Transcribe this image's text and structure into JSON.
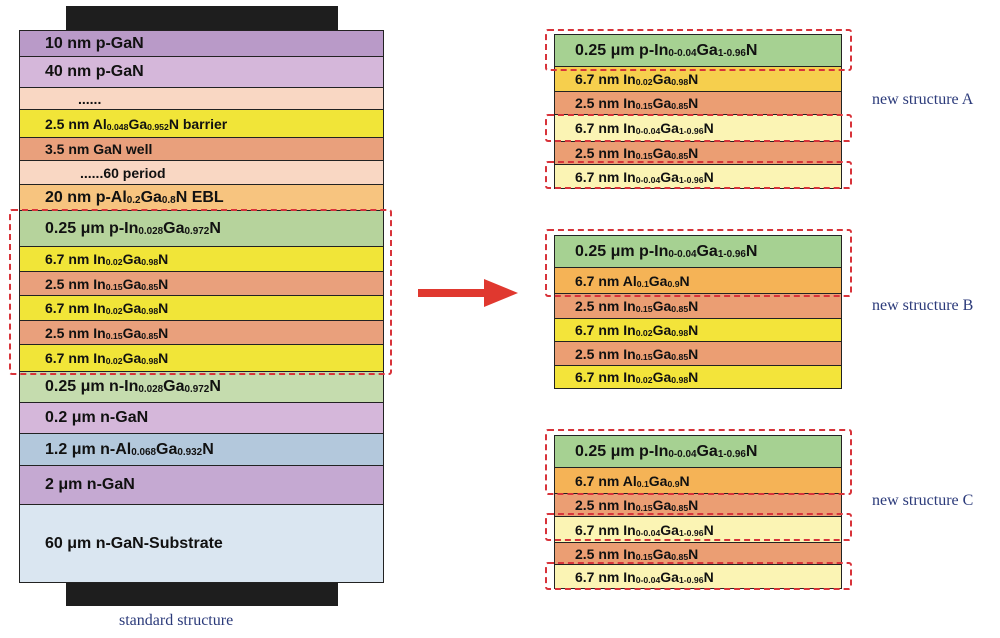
{
  "standard": {
    "caption": "standard structure",
    "layers": [
      {
        "parts": [
          {
            "t": "10 nm  p-GaN"
          }
        ],
        "color": "#b99ac8"
      },
      {
        "parts": [
          {
            "t": "40 nm  p-GaN"
          }
        ],
        "color": "#d5b7da"
      },
      {
        "parts": [
          {
            "t": "......"
          }
        ],
        "color": "#f9d7c3"
      },
      {
        "parts": [
          {
            "t": "2.5 nm  Al"
          },
          {
            "s": "0.048"
          },
          {
            "t": "Ga"
          },
          {
            "s": "0.952"
          },
          {
            "t": "N  barrier"
          }
        ],
        "color": "#f1e538"
      },
      {
        "parts": [
          {
            "t": "3.5 nm  GaN  well"
          }
        ],
        "color": "#e9a07c"
      },
      {
        "parts": [
          {
            "t": "......60 period"
          }
        ],
        "color": "#f9d7c3"
      },
      {
        "parts": [
          {
            "t": "20 nm  p-Al"
          },
          {
            "s": "0.2"
          },
          {
            "t": "Ga"
          },
          {
            "s": "0.8"
          },
          {
            "t": "N EBL"
          }
        ],
        "color": "#f7c47f"
      },
      {
        "parts": [
          {
            "t": "0.25 μm  p-In"
          },
          {
            "s": "0.028"
          },
          {
            "t": "Ga"
          },
          {
            "s": "0.972"
          },
          {
            "t": "N"
          }
        ],
        "color": "#b6d39c"
      },
      {
        "parts": [
          {
            "t": "6.7 nm  In"
          },
          {
            "s": "0.02"
          },
          {
            "t": "Ga"
          },
          {
            "s": "0.98"
          },
          {
            "t": "N"
          }
        ],
        "color": "#f1e538"
      },
      {
        "parts": [
          {
            "t": "2.5 nm  In"
          },
          {
            "s": "0.15"
          },
          {
            "t": "Ga"
          },
          {
            "s": "0.85"
          },
          {
            "t": "N"
          }
        ],
        "color": "#e9a07c"
      },
      {
        "parts": [
          {
            "t": "6.7 nm  In"
          },
          {
            "s": "0.02"
          },
          {
            "t": "Ga"
          },
          {
            "s": "0.98"
          },
          {
            "t": "N"
          }
        ],
        "color": "#f1e538"
      },
      {
        "parts": [
          {
            "t": "2.5 nm  In"
          },
          {
            "s": "0.15"
          },
          {
            "t": "Ga"
          },
          {
            "s": "0.85"
          },
          {
            "t": "N"
          }
        ],
        "color": "#e9a07c"
      },
      {
        "parts": [
          {
            "t": "6.7 nm  In"
          },
          {
            "s": "0.02"
          },
          {
            "t": "Ga"
          },
          {
            "s": "0.98"
          },
          {
            "t": "N"
          }
        ],
        "color": "#f1e538"
      },
      {
        "parts": [
          {
            "t": "0.25 μm  n-In"
          },
          {
            "s": "0.028"
          },
          {
            "t": "Ga"
          },
          {
            "s": "0.972"
          },
          {
            "t": "N"
          }
        ],
        "color": "#c5dcae"
      },
      {
        "parts": [
          {
            "t": "0.2 μm n-GaN"
          }
        ],
        "color": "#d5b7da"
      },
      {
        "parts": [
          {
            "t": "1.2 μm  n-Al"
          },
          {
            "s": "0.068"
          },
          {
            "t": "Ga"
          },
          {
            "s": "0.932"
          },
          {
            "t": "N"
          }
        ],
        "color": "#b3c8dc"
      },
      {
        "parts": [
          {
            "t": "2 μm n-GaN"
          }
        ],
        "color": "#c5a9d2"
      },
      {
        "parts": [
          {
            "t": "60 μm n-GaN-Substrate"
          }
        ],
        "color": "#dae6f1"
      }
    ]
  },
  "structure_a": {
    "caption": "new structure A",
    "layers": [
      {
        "parts": [
          {
            "t": "0.25 μm  p-In"
          },
          {
            "s": "0-0.04"
          },
          {
            "t": "Ga"
          },
          {
            "s": "1-0.96"
          },
          {
            "t": "N"
          }
        ],
        "color": "#a6d192"
      },
      {
        "parts": [
          {
            "t": "6.7 nm  In"
          },
          {
            "s": "0.02"
          },
          {
            "t": "Ga"
          },
          {
            "s": "0.98"
          },
          {
            "t": "N"
          }
        ],
        "color": "#f6cf4d"
      },
      {
        "parts": [
          {
            "t": "2.5 nm  In"
          },
          {
            "s": "0.15"
          },
          {
            "t": "Ga"
          },
          {
            "s": "0.85"
          },
          {
            "t": "N"
          }
        ],
        "color": "#eb9e73"
      },
      {
        "parts": [
          {
            "t": "6.7 nm  In"
          },
          {
            "s": "0-0.04"
          },
          {
            "t": "Ga"
          },
          {
            "s": "1-0.96"
          },
          {
            "t": "N"
          }
        ],
        "color": "#fbf4b4"
      },
      {
        "parts": [
          {
            "t": "2.5 nm  In"
          },
          {
            "s": "0.15"
          },
          {
            "t": "Ga"
          },
          {
            "s": "0.85"
          },
          {
            "t": "N"
          }
        ],
        "color": "#eb9e73"
      },
      {
        "parts": [
          {
            "t": "6.7 nm  In"
          },
          {
            "s": "0-0.04"
          },
          {
            "t": "Ga"
          },
          {
            "s": "1-0.96"
          },
          {
            "t": "N"
          }
        ],
        "color": "#fbf4b4"
      }
    ]
  },
  "structure_b": {
    "caption": "new structure B",
    "layers": [
      {
        "parts": [
          {
            "t": "0.25 μm  p-In"
          },
          {
            "s": "0-0.04"
          },
          {
            "t": "Ga"
          },
          {
            "s": "1-0.96"
          },
          {
            "t": "N"
          }
        ],
        "color": "#a6d192"
      },
      {
        "parts": [
          {
            "t": "6.7 nm  Al"
          },
          {
            "s": "0.1"
          },
          {
            "t": "Ga"
          },
          {
            "s": "0.9"
          },
          {
            "t": "N"
          }
        ],
        "color": "#f5b356"
      },
      {
        "parts": [
          {
            "t": "2.5 nm  In"
          },
          {
            "s": "0.15"
          },
          {
            "t": "Ga"
          },
          {
            "s": "0.85"
          },
          {
            "t": "N"
          }
        ],
        "color": "#eb9e73"
      },
      {
        "parts": [
          {
            "t": "6.7 nm  In"
          },
          {
            "s": "0.02"
          },
          {
            "t": "Ga"
          },
          {
            "s": "0.98"
          },
          {
            "t": "N"
          }
        ],
        "color": "#f3e43a"
      },
      {
        "parts": [
          {
            "t": "2.5 nm  In"
          },
          {
            "s": "0.15"
          },
          {
            "t": "Ga"
          },
          {
            "s": "0.85"
          },
          {
            "t": "N"
          }
        ],
        "color": "#eb9e73"
      },
      {
        "parts": [
          {
            "t": "6.7 nm  In"
          },
          {
            "s": "0.02"
          },
          {
            "t": "Ga"
          },
          {
            "s": "0.98"
          },
          {
            "t": "N"
          }
        ],
        "color": "#f3e43a"
      }
    ]
  },
  "structure_c": {
    "caption": "new structure C",
    "layers": [
      {
        "parts": [
          {
            "t": "0.25 μm  p-In"
          },
          {
            "s": "0-0.04"
          },
          {
            "t": "Ga"
          },
          {
            "s": "1-0.96"
          },
          {
            "t": "N"
          }
        ],
        "color": "#a6d192"
      },
      {
        "parts": [
          {
            "t": "6.7 nm  Al"
          },
          {
            "s": "0.1"
          },
          {
            "t": "Ga"
          },
          {
            "s": "0.9"
          },
          {
            "t": "N"
          }
        ],
        "color": "#f5b356"
      },
      {
        "parts": [
          {
            "t": "2.5 nm  In"
          },
          {
            "s": "0.15"
          },
          {
            "t": "Ga"
          },
          {
            "s": "0.85"
          },
          {
            "t": "N"
          }
        ],
        "color": "#eb9e73"
      },
      {
        "parts": [
          {
            "t": "6.7 nm  In"
          },
          {
            "s": "0-0.04"
          },
          {
            "t": "Ga"
          },
          {
            "s": "1-0.96"
          },
          {
            "t": "N"
          }
        ],
        "color": "#fbf4b4"
      },
      {
        "parts": [
          {
            "t": "2.5 nm  In"
          },
          {
            "s": "0.15"
          },
          {
            "t": "Ga"
          },
          {
            "s": "0.85"
          },
          {
            "t": "N"
          }
        ],
        "color": "#eb9e73"
      },
      {
        "parts": [
          {
            "t": "6.7 nm  In"
          },
          {
            "s": "0-0.04"
          },
          {
            "t": "Ga"
          },
          {
            "s": "1-0.96"
          },
          {
            "t": "N"
          }
        ],
        "color": "#fbf4b4"
      }
    ]
  },
  "colors": {
    "dashed_highlight": "#d8333a",
    "arrow": "#e0382f",
    "caption_text": "#2b3a7a",
    "contact": "#1e1e1e"
  },
  "icons": {
    "arrow": "right-arrow-icon"
  }
}
